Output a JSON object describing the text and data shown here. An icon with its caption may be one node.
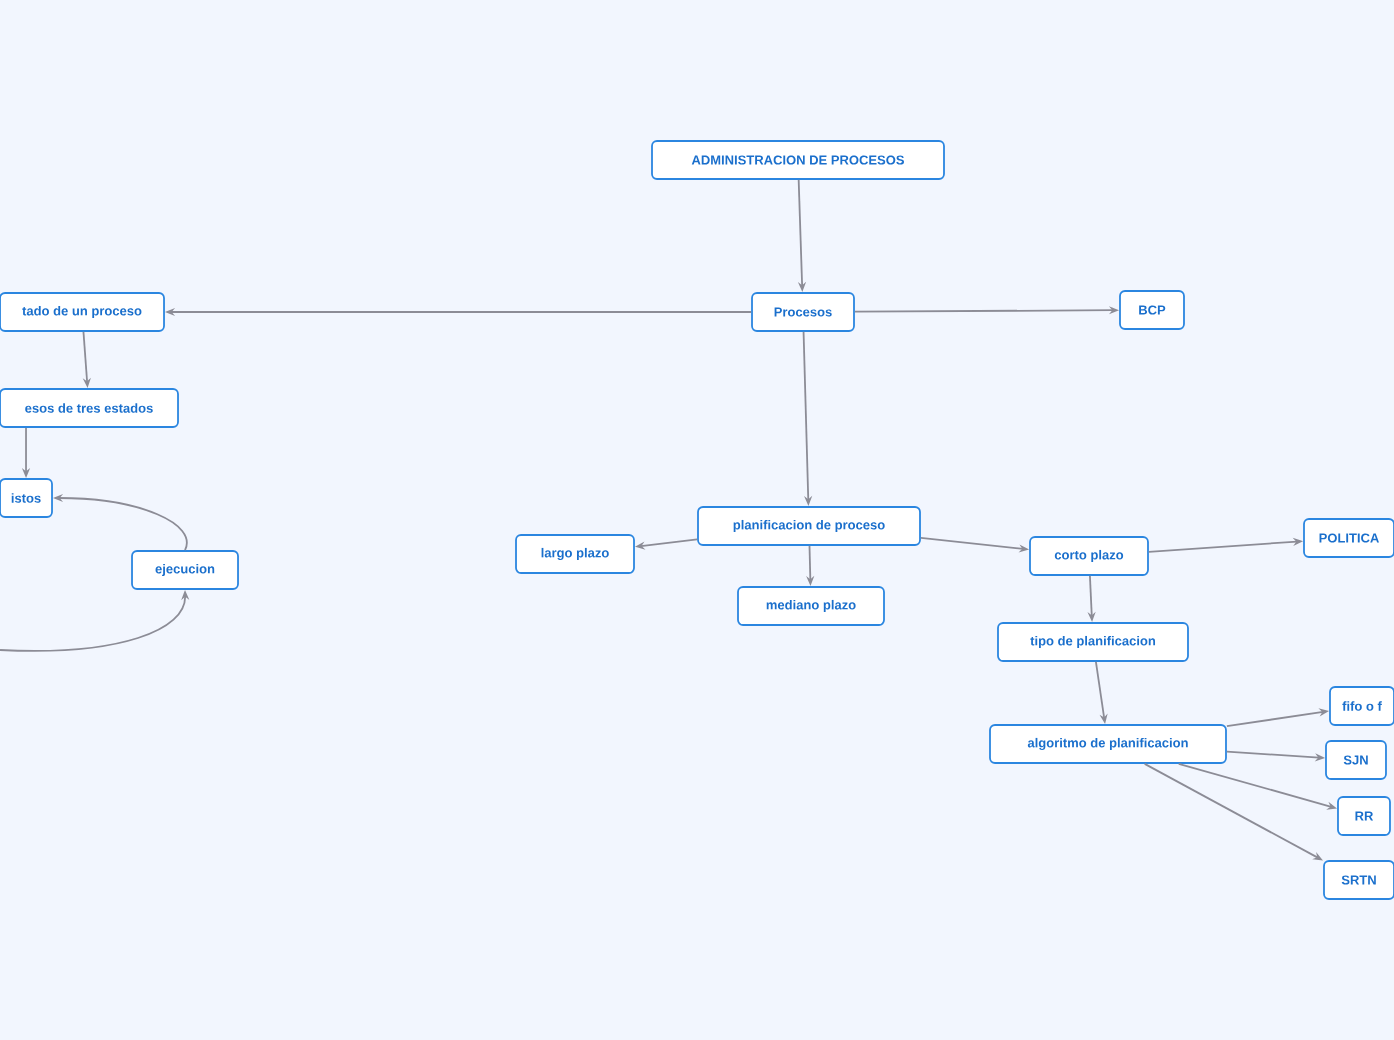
{
  "diagram": {
    "nodes": [
      {
        "text": [
          "ADMINISTRACION DE PROCESOS"
        ]
      },
      {
        "text": [
          "Procesos"
        ]
      },
      {
        "text": [
          "BCP"
        ]
      },
      {
        "text": [
          "tado de un proceso"
        ]
      },
      {
        "text": [
          "esos de tres estados"
        ]
      },
      {
        "text": [
          "istos"
        ]
      },
      {
        "text": [
          "ejecucion"
        ]
      },
      {
        "text": [
          "planificacion de proceso"
        ]
      },
      {
        "text": [
          "largo plazo"
        ]
      },
      {
        "text": [
          "mediano plazo"
        ]
      },
      {
        "text": [
          "corto plazo"
        ]
      },
      {
        "text": [
          "POLITICA"
        ]
      },
      {
        "text": [
          "tipo de planificacion"
        ]
      },
      {
        "text": [
          "algoritmo de planificacion"
        ]
      },
      {
        "text": [
          "fifo o f"
        ]
      },
      {
        "text": [
          "SJN"
        ]
      },
      {
        "text": [
          "RR"
        ]
      },
      {
        "text": [
          "SRTN"
        ]
      }
    ],
    "edges": [
      {
        "from": 0,
        "to": 1,
        "arrow": "to"
      },
      {
        "from": 1,
        "to": 3,
        "arrow": "to"
      },
      {
        "from": 1,
        "to": 2,
        "arrow": "to"
      },
      {
        "from": 1,
        "to": 7,
        "arrow": "to"
      },
      {
        "from": 3,
        "to": 4,
        "arrow": "to"
      },
      {
        "from": 4,
        "to": 5,
        "arrow": "to"
      },
      {
        "from": 6,
        "to": 5,
        "arrow": "to"
      },
      {
        "from": null,
        "to": 6,
        "arrow": "to"
      },
      {
        "from": 7,
        "to": 8,
        "arrow": "to"
      },
      {
        "from": 7,
        "to": 9,
        "arrow": "to"
      },
      {
        "from": 7,
        "to": 10,
        "arrow": "to"
      },
      {
        "from": 10,
        "to": 11,
        "arrow": "to"
      },
      {
        "from": 10,
        "to": 12,
        "arrow": "to"
      },
      {
        "from": 12,
        "to": 13,
        "arrow": "to"
      },
      {
        "from": 13,
        "to": 14,
        "arrow": "to"
      },
      {
        "from": 13,
        "to": 15,
        "arrow": "to"
      },
      {
        "from": 13,
        "to": 16,
        "arrow": "to"
      },
      {
        "from": 13,
        "to": 17,
        "arrow": "to"
      }
    ]
  }
}
